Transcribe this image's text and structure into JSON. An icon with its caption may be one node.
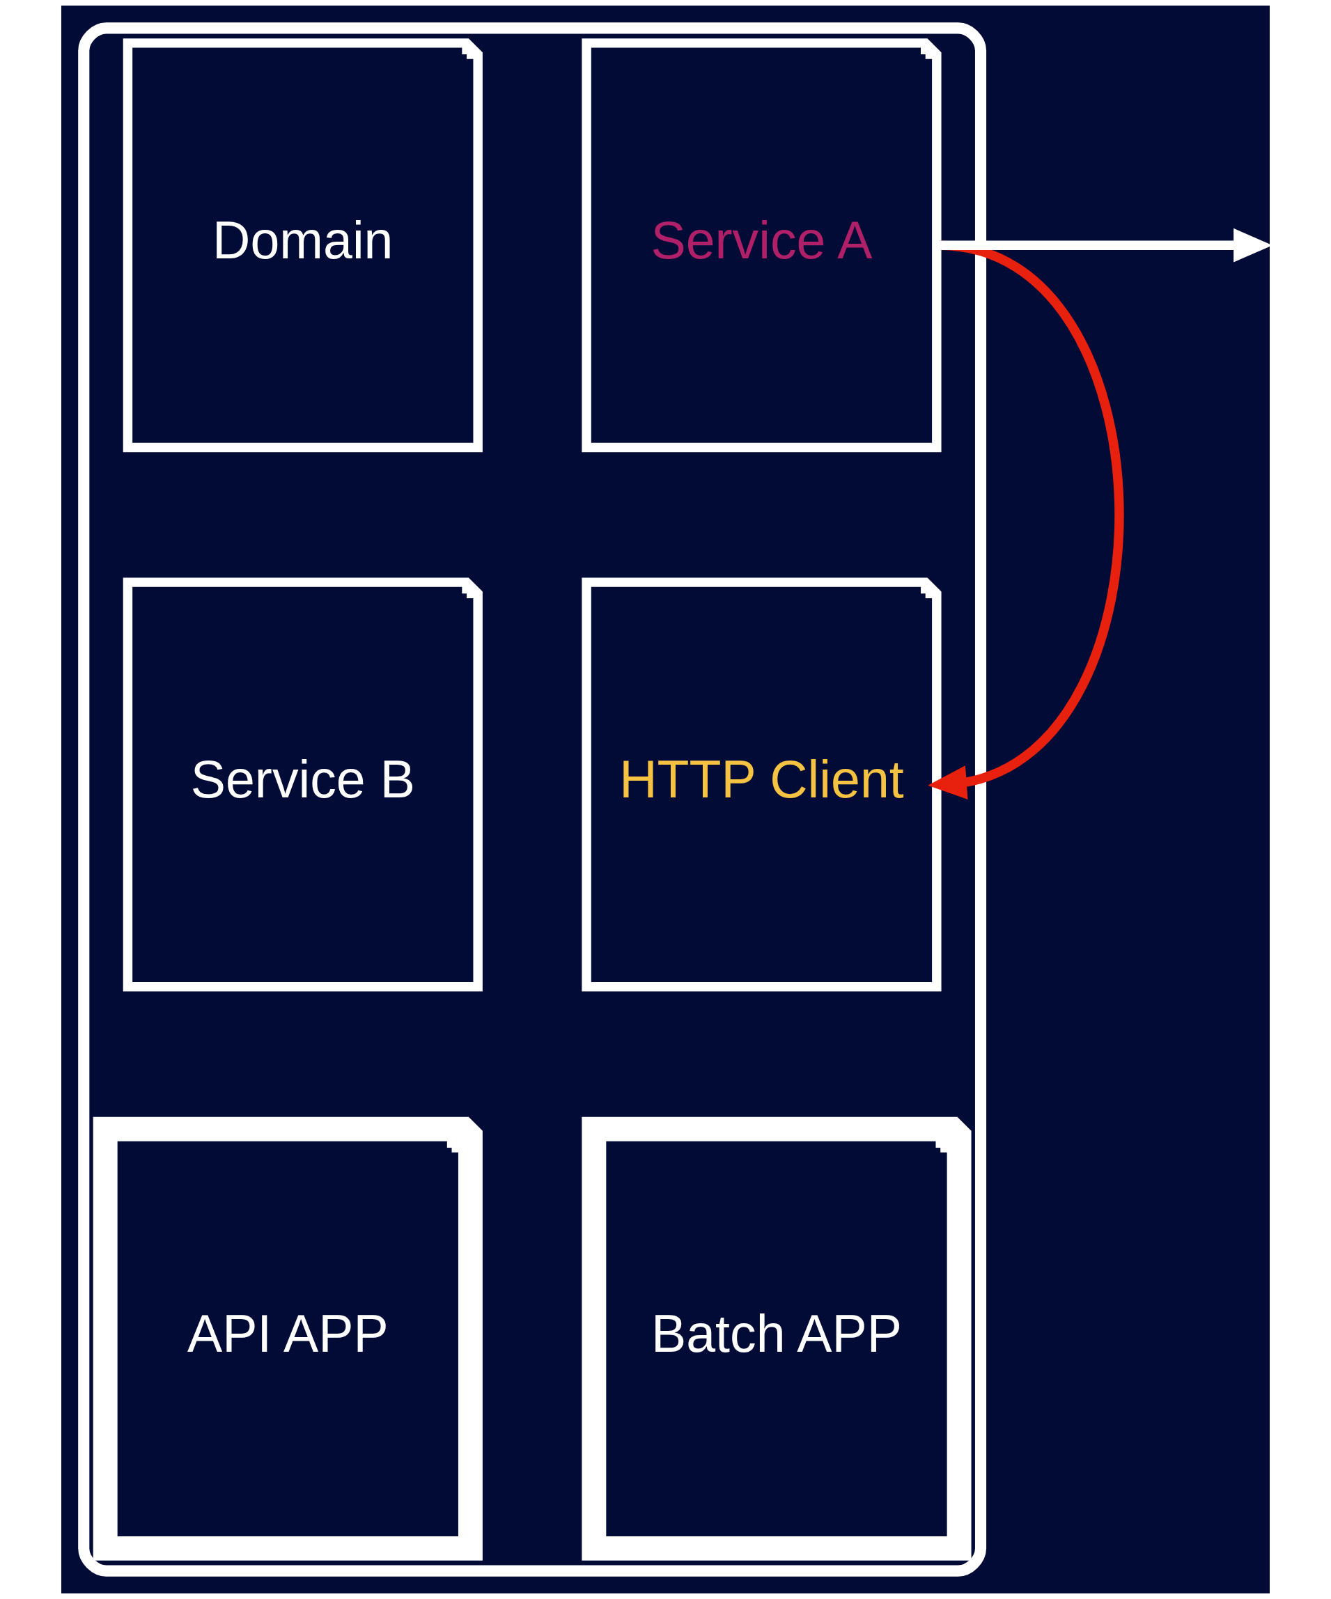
{
  "diagram": {
    "nodes": [
      {
        "text": [],
        "shape": "box"
      },
      {
        "text": [
          "Domain"
        ],
        "in": 0
      },
      {
        "text": [
          "Service A"
        ],
        "in": 0
      },
      {
        "text": [
          "Service B"
        ],
        "in": 0
      },
      {
        "text": [
          "HTTP Client"
        ],
        "in": 0
      },
      {
        "text": [
          "API APP"
        ],
        "in": 0
      },
      {
        "text": [
          "Batch APP"
        ],
        "in": 0
      }
    ],
    "edges": [
      {
        "from": 2,
        "to": null,
        "arrow": "to"
      },
      {
        "from": 2,
        "to": 4,
        "arrow": "to",
        "color": "#e8210f"
      }
    ]
  }
}
